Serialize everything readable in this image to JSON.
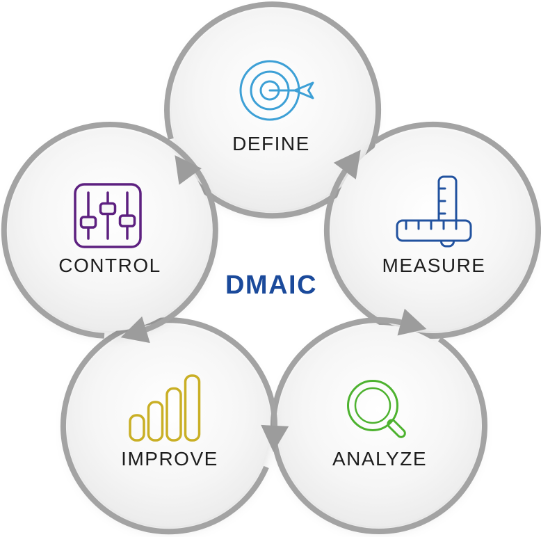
{
  "diagram": {
    "center_label": "DMAIC",
    "colors": {
      "center_label": "#1b4a9b",
      "ring": "#a3a3a3",
      "arrowhead": "#9c9c9c",
      "step_label": "#1d1d1d",
      "background": "#ffffff"
    },
    "steps": [
      {
        "label": "DEFINE",
        "icon": "target-icon",
        "icon_color": "#3da0d6"
      },
      {
        "label": "MEASURE",
        "icon": "ruler-icon",
        "icon_color": "#21529f"
      },
      {
        "label": "ANALYZE",
        "icon": "magnifier-icon",
        "icon_color": "#4db22f"
      },
      {
        "label": "IMPROVE",
        "icon": "bar-chart-icon",
        "icon_color": "#c9af25"
      },
      {
        "label": "CONTROL",
        "icon": "sliders-icon",
        "icon_color": "#5d2080"
      }
    ]
  }
}
